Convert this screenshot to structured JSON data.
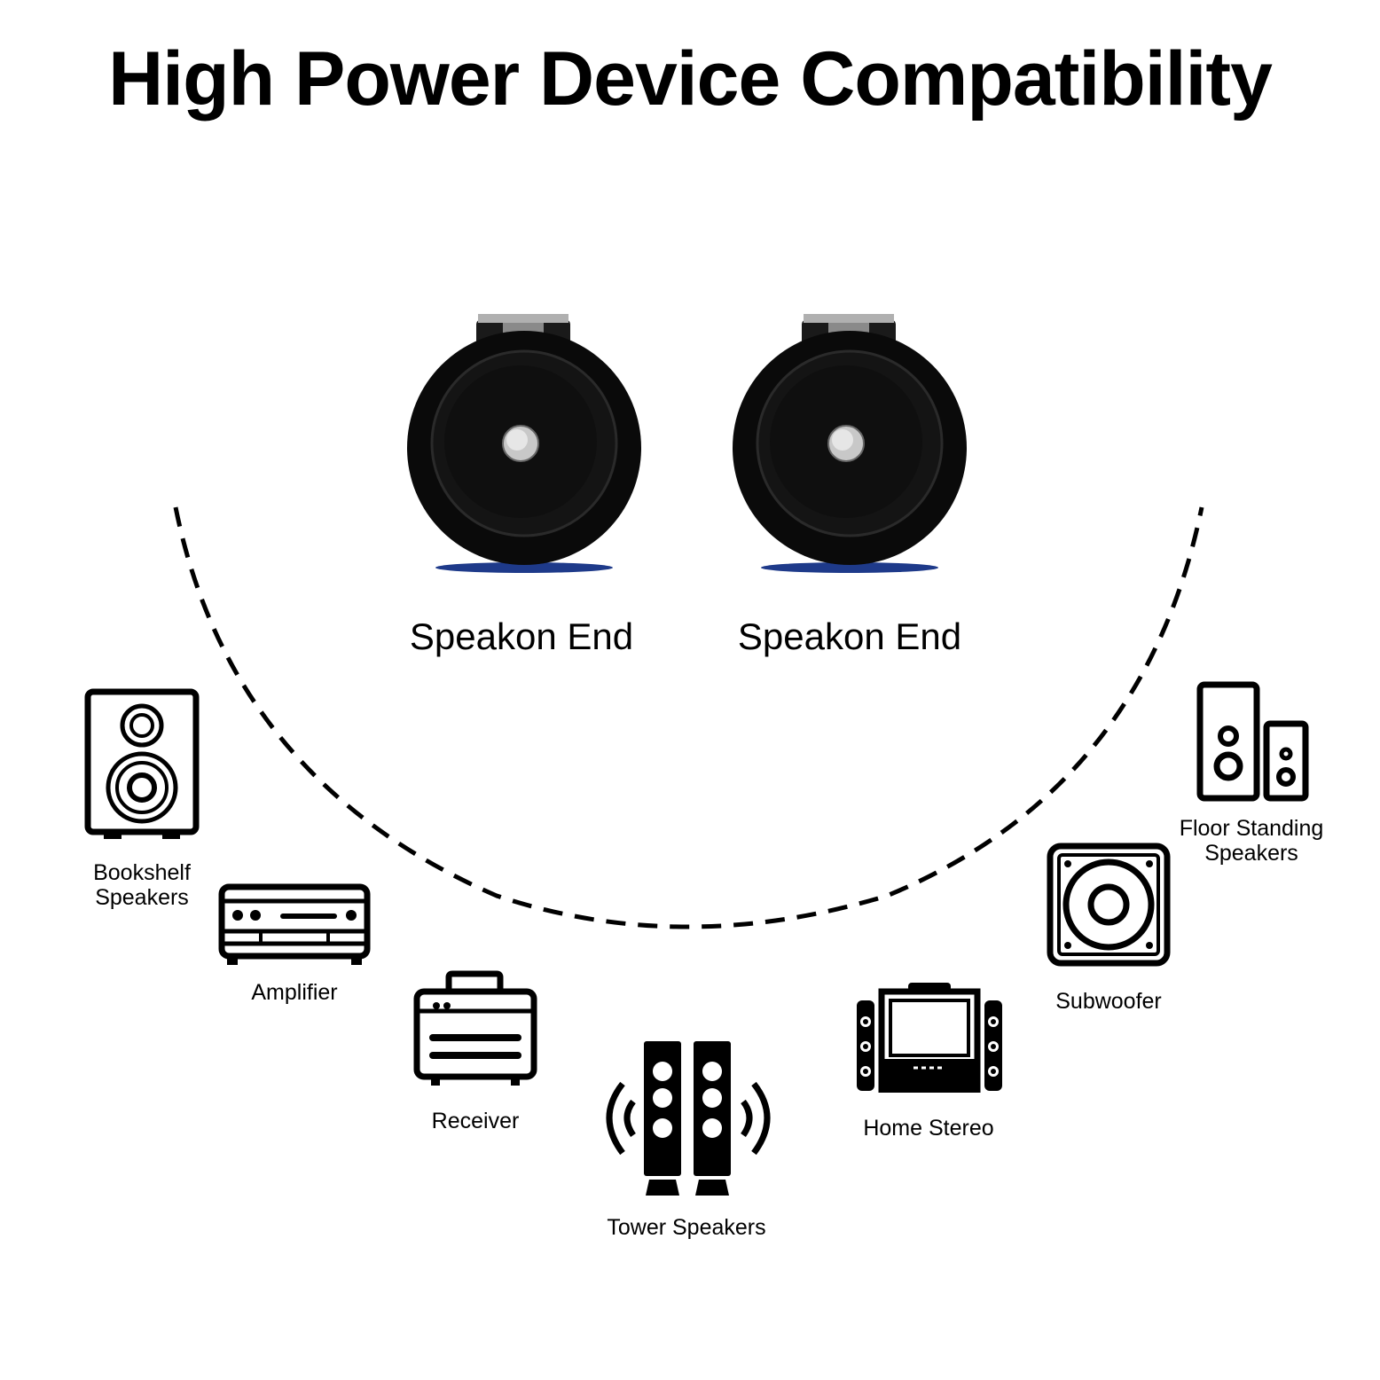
{
  "title": "High Power Device Compatibility",
  "connectors": [
    {
      "label": "Speakon End"
    },
    {
      "label": "Speakon End"
    }
  ],
  "devices": {
    "bookshelf": "Bookshelf\nSpeakers",
    "amplifier": "Amplifier",
    "receiver": "Receiver",
    "tower": "Tower Speakers",
    "home_stereo": "Home Stereo",
    "subwoofer": "Subwoofer",
    "floor_standing": "Floor Standing\nSpeakers"
  },
  "icons": [
    "speakon-connector-icon",
    "bookshelf-speaker-icon",
    "amplifier-icon",
    "receiver-icon",
    "tower-speakers-icon",
    "home-stereo-icon",
    "subwoofer-icon",
    "floor-standing-speakers-icon"
  ],
  "colors": {
    "connector_body": "#0a0a0a",
    "connector_latch": "#8a8a8a",
    "connector_accent": "#1e3a8a"
  }
}
